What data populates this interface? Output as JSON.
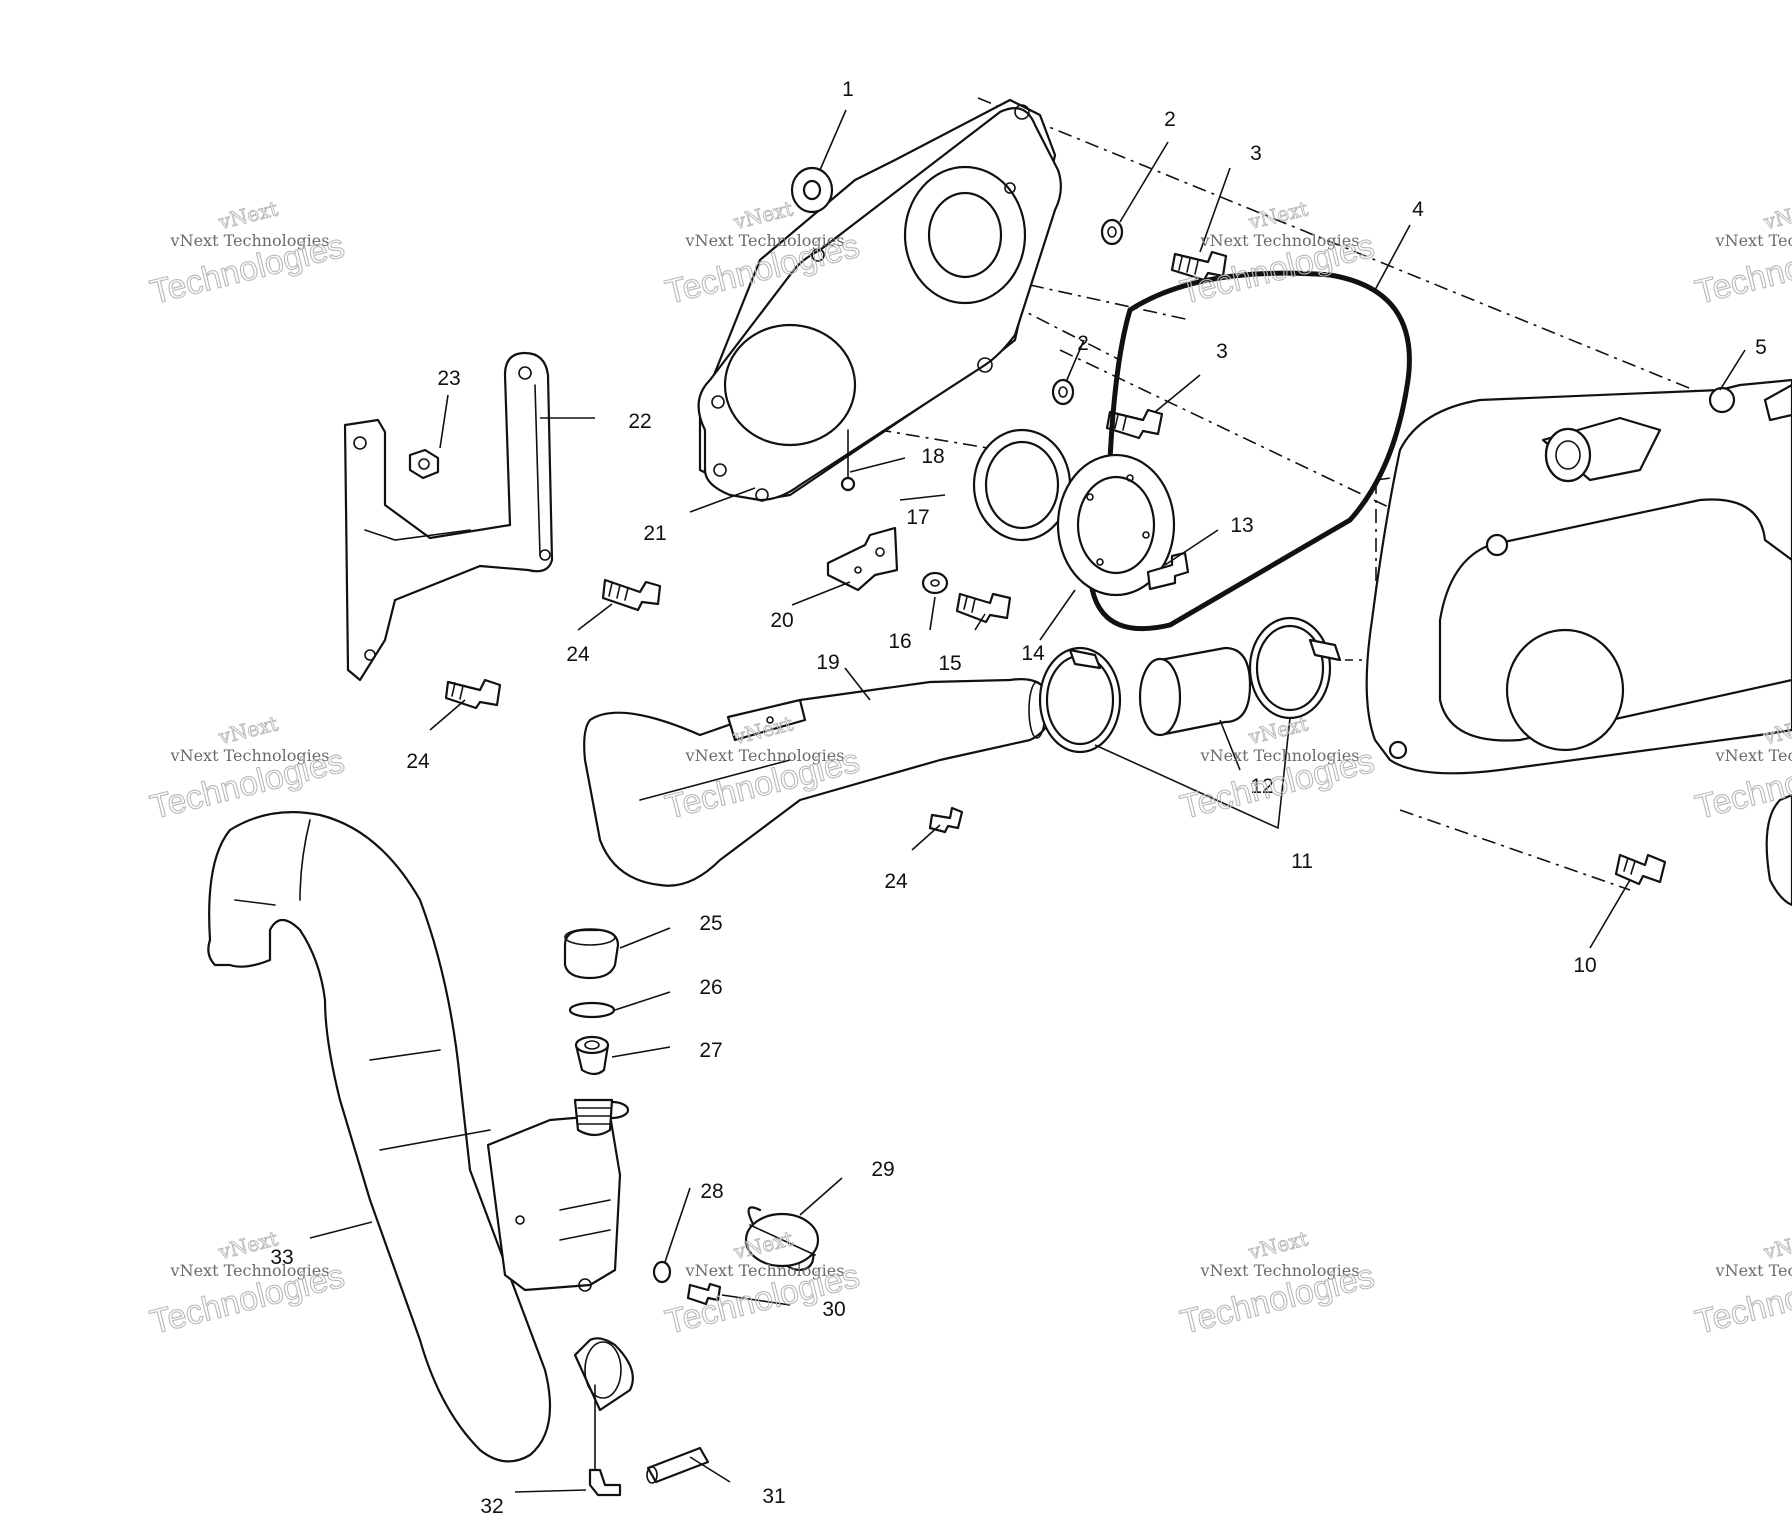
{
  "watermark": {
    "line1": "vNext",
    "line2": "vNext Technologies",
    "line3": "Technologies"
  },
  "callouts": [
    {
      "id": "c1",
      "label": "1"
    },
    {
      "id": "c2a",
      "label": "2"
    },
    {
      "id": "c3a",
      "label": "3"
    },
    {
      "id": "c4",
      "label": "4"
    },
    {
      "id": "c2b",
      "label": "2"
    },
    {
      "id": "c3b",
      "label": "3"
    },
    {
      "id": "c5",
      "label": "5"
    },
    {
      "id": "c23",
      "label": "23"
    },
    {
      "id": "c22",
      "label": "22"
    },
    {
      "id": "c18",
      "label": "18"
    },
    {
      "id": "c17",
      "label": "17"
    },
    {
      "id": "c21",
      "label": "21"
    },
    {
      "id": "c13",
      "label": "13"
    },
    {
      "id": "c20",
      "label": "20"
    },
    {
      "id": "c16",
      "label": "16"
    },
    {
      "id": "c15",
      "label": "15"
    },
    {
      "id": "c14",
      "label": "14"
    },
    {
      "id": "c24a",
      "label": "24"
    },
    {
      "id": "c19",
      "label": "19"
    },
    {
      "id": "c24b",
      "label": "24"
    },
    {
      "id": "c12",
      "label": "12"
    },
    {
      "id": "c11",
      "label": "11"
    },
    {
      "id": "c24c",
      "label": "24"
    },
    {
      "id": "c10",
      "label": "10"
    },
    {
      "id": "c25",
      "label": "25"
    },
    {
      "id": "c26",
      "label": "26"
    },
    {
      "id": "c27",
      "label": "27"
    },
    {
      "id": "c29",
      "label": "29"
    },
    {
      "id": "c28",
      "label": "28"
    },
    {
      "id": "c33",
      "label": "33"
    },
    {
      "id": "c30",
      "label": "30"
    },
    {
      "id": "c32",
      "label": "32"
    },
    {
      "id": "c31",
      "label": "31"
    }
  ]
}
